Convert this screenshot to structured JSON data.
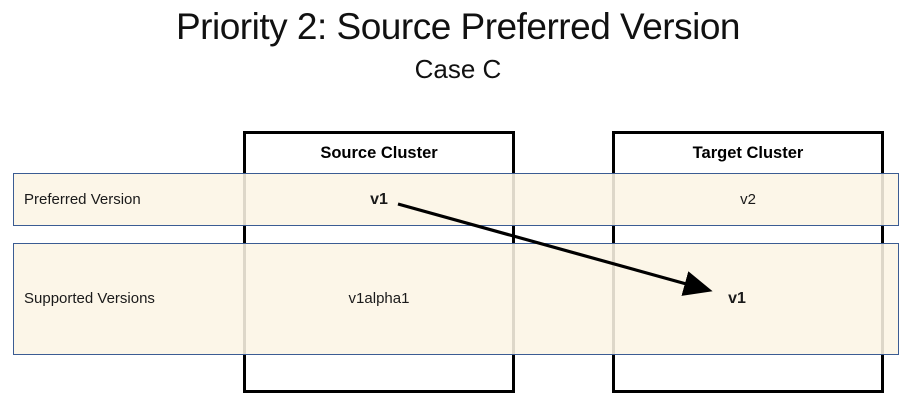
{
  "slide": {
    "title": "Priority 2: Source Preferred Version",
    "subtitle": "Case C"
  },
  "table": {
    "columns": [
      {
        "label": "Source Cluster"
      },
      {
        "label": "Target Cluster"
      }
    ],
    "rows": [
      {
        "label": "Preferred Version",
        "source_value": "v1",
        "target_value": "v2"
      },
      {
        "label": "Supported Versions",
        "source_value": "v1alpha1",
        "target_value": "v1"
      }
    ]
  },
  "arrow": {
    "from": "source-cluster preferred-version v1",
    "to": "target-cluster supported-versions v1"
  },
  "colors": {
    "band_fill": "#FCF5E5",
    "band_border": "#3B5C93",
    "box_border": "#000000",
    "arrow": "#000000",
    "text": "#1A1A1A"
  }
}
